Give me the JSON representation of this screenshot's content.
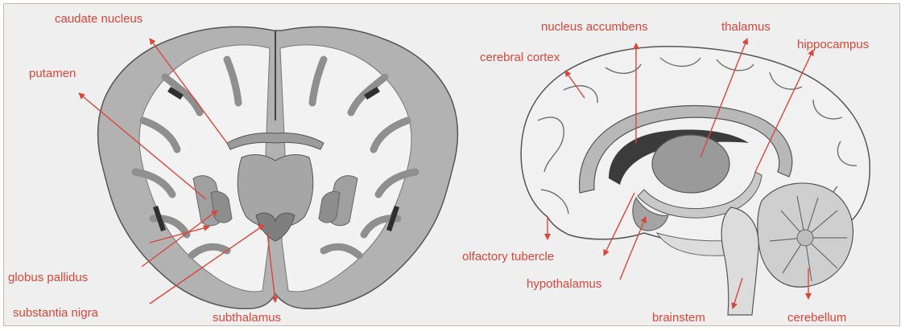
{
  "labels": {
    "caudate_nucleus": "caudate nucleus",
    "putamen": "putamen",
    "globus_pallidus": "globus pallidus",
    "substantia_nigra": "substantia nigra",
    "subthalamus": "subthalamus",
    "nucleus_accumbens": "nucleus accumbens",
    "thalamus": "thalamus",
    "hippocampus": "hippocampus",
    "cerebral_cortex": "cerebral cortex",
    "olfactory_tubercle": "olfactory tubercle",
    "hypothalamus": "hypothalamus",
    "brainstem": "brainstem",
    "cerebellum": "cerebellum"
  },
  "colors": {
    "label": "#d9473a",
    "arrow": "#d9473a",
    "background": "#efefef",
    "tissue_light": "#f4f4f4",
    "tissue_gray": "#a9a9a9",
    "tissue_dark": "#8a8a8a",
    "outline": "#555555"
  }
}
